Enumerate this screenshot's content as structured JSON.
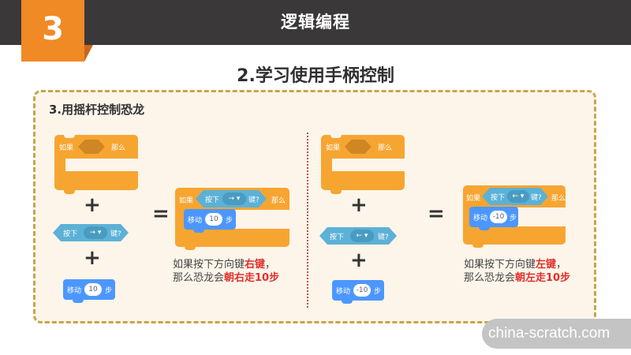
{
  "header": {
    "section_number": "3",
    "title": "逻辑编程",
    "bar_color": "#3a3838",
    "badge_color": "#f08a24"
  },
  "subtitle": "2.学习使用手柄控制",
  "section": {
    "title": "3.用摇杆控制恐龙",
    "box_border_color": "#c7a548",
    "box_bg_color": "#fdf5ea"
  },
  "panels": [
    {
      "if_block": {
        "label_if": "如果",
        "label_then": "那么"
      },
      "sensing_block": {
        "label_press": "按下",
        "key": "→ ▾",
        "label_key": "键?"
      },
      "motion_block": {
        "label_move": "移动",
        "steps": "10",
        "label_steps": "步"
      },
      "plus": "+",
      "equals": "=",
      "caption": {
        "line1_prefix": "如果按下方向键",
        "line1_highlight": "右键",
        "line1_suffix": "，",
        "line2_prefix": "那么恐龙会",
        "line2_highlight": "朝右走10步"
      }
    },
    {
      "if_block": {
        "label_if": "如果",
        "label_then": "那么"
      },
      "sensing_block": {
        "label_press": "按下",
        "key": "← ▾",
        "label_key": "键?"
      },
      "motion_block": {
        "label_move": "移动",
        "steps": "-10",
        "label_steps": "步"
      },
      "plus": "+",
      "equals": "=",
      "caption": {
        "line1_prefix": "如果按下方向键",
        "line1_highlight": "左键",
        "line1_suffix": "，",
        "line2_prefix": "那么恐龙会",
        "line2_highlight": "朝左走10步"
      }
    }
  ],
  "colors": {
    "control_block": "#f7a531",
    "sensing_block": "#5cb1d6",
    "motion_block": "#4c97ff",
    "highlight_text": "#e0302b",
    "divider": "#c0504d"
  },
  "watermark": "china-scratch.com"
}
